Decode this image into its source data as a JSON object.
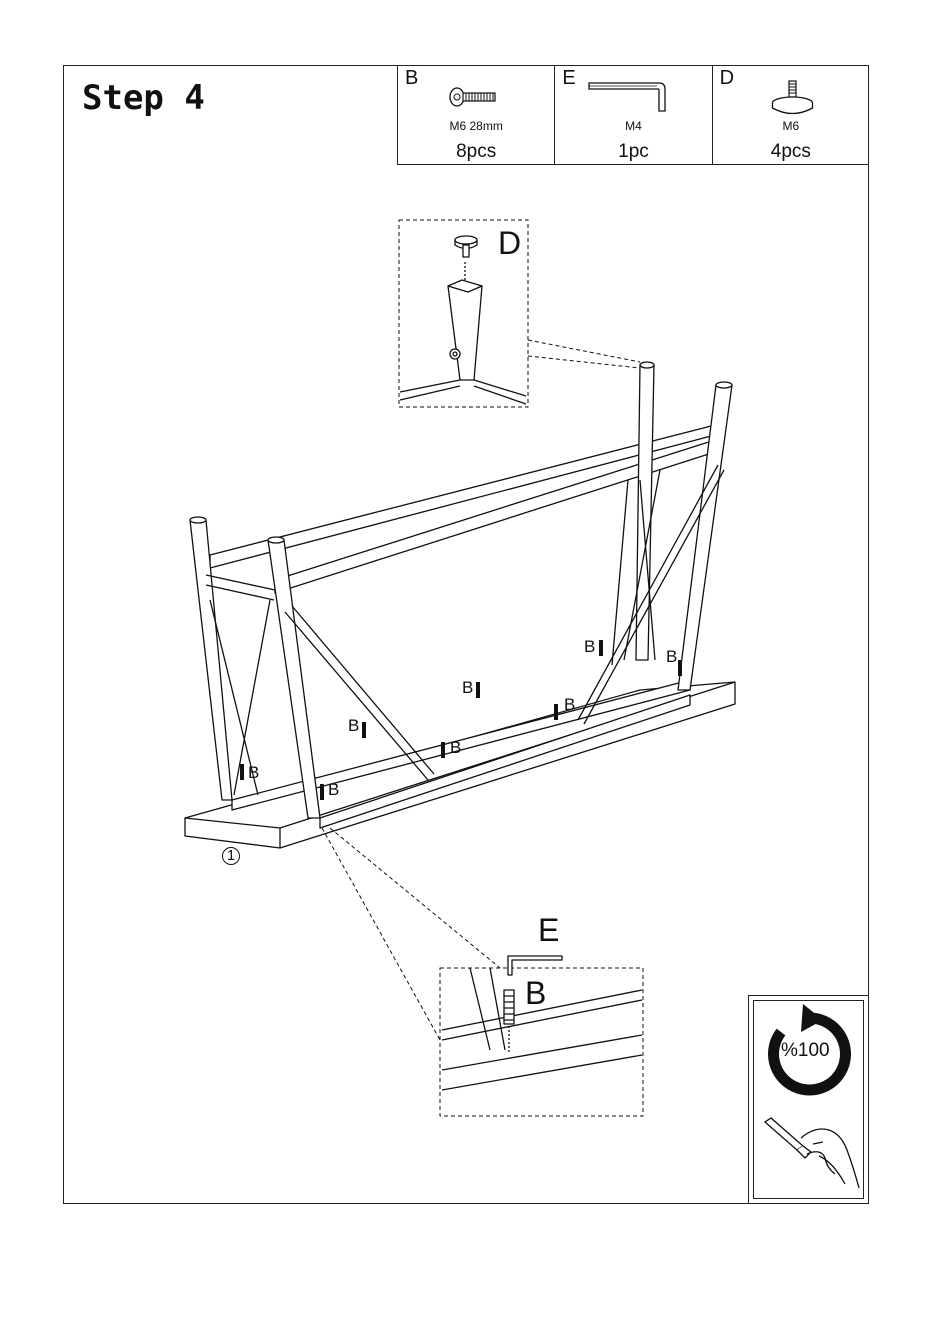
{
  "step": {
    "title": "Step 4"
  },
  "parts": [
    {
      "letter": "B",
      "spec": "M6  28mm",
      "qty": "8pcs",
      "icon": "bolt-icon"
    },
    {
      "letter": "E",
      "spec": "M4",
      "qty": "1pc",
      "icon": "allen-key-icon"
    },
    {
      "letter": "D",
      "spec": "M6",
      "qty": "4pcs",
      "icon": "leveling-foot-icon"
    }
  ],
  "callouts": {
    "top_detail": "D",
    "bottom_key": "E",
    "bottom_bolt": "B"
  },
  "part_number": "1",
  "bolt_label": "B",
  "torque": {
    "text": "%100",
    "icon": "clockwise-arrow-icon",
    "hand_icon": "hand-with-allen-key-icon"
  }
}
